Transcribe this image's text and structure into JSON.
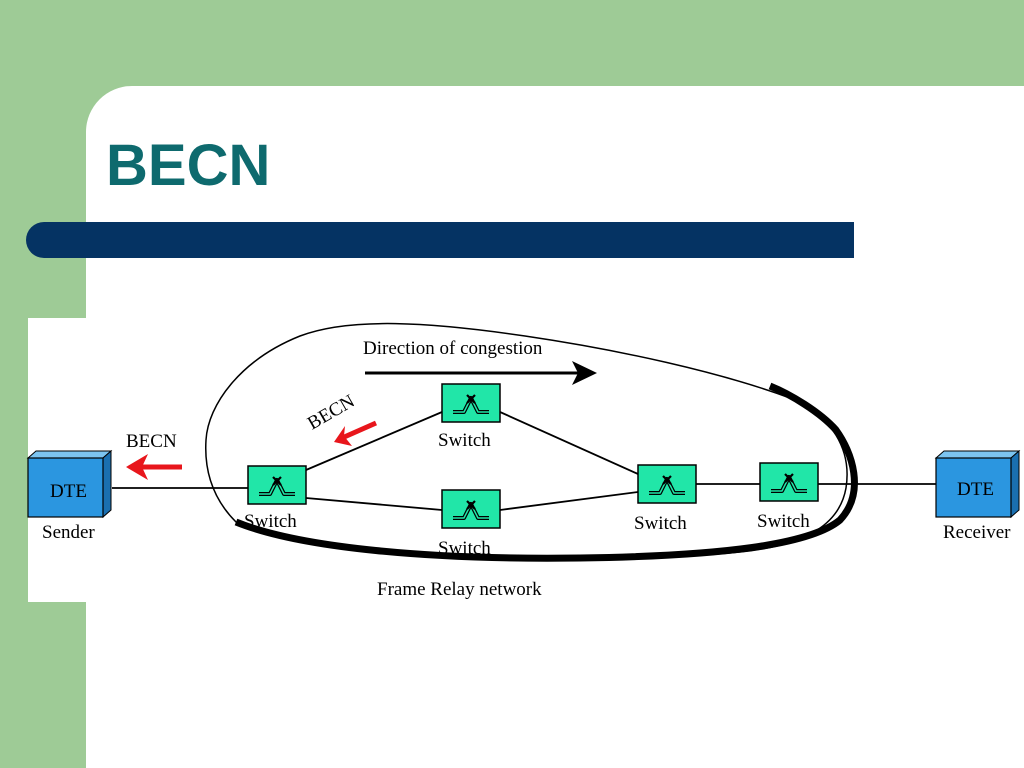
{
  "slide": {
    "title": "BECN",
    "colors": {
      "title": "#0e6a6e",
      "bar": "#053363",
      "green": "#9ecb96",
      "switch": "#21e6a8",
      "dte": "#2b96e0",
      "becn_arrow": "#e8161c"
    }
  },
  "diagram": {
    "congestion_label": "Direction of congestion",
    "network_label": "Frame Relay network",
    "becn_left_label": "BECN",
    "becn_inner_label": "BECN",
    "sender": {
      "box_label": "DTE",
      "caption": "Sender"
    },
    "receiver": {
      "box_label": "DTE",
      "caption": "Receiver"
    },
    "switches": {
      "s1": "Switch",
      "s2": "Switch",
      "s3": "Switch",
      "s4": "Switch",
      "s5": "Switch"
    }
  }
}
